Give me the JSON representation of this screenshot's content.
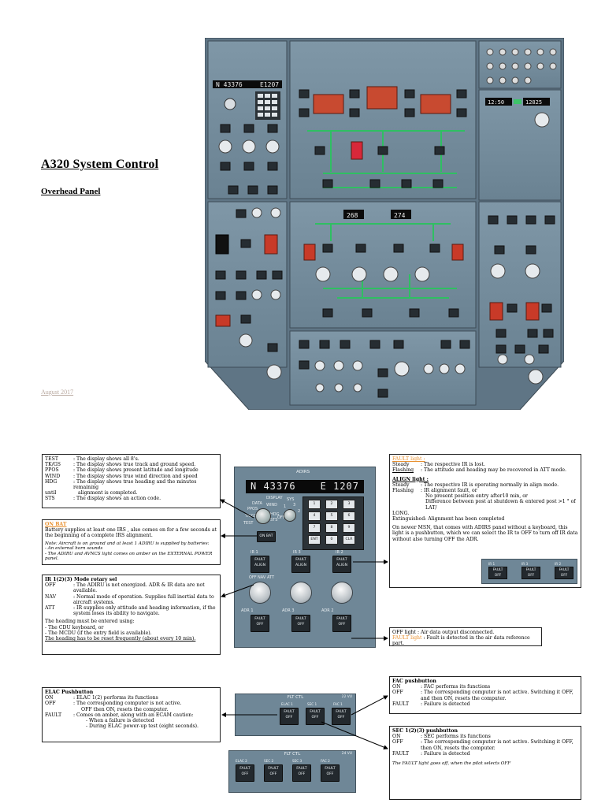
{
  "cover": {
    "title": "A320 System Control",
    "subtitle": "Overhead Panel",
    "date": "August 2017"
  },
  "overhead_panel": {
    "ir_display": {
      "left": "N 43376",
      "right": "E1207"
    },
    "ac_display_left": "12:50",
    "ac_display_right": "12825",
    "pressure_left": "268",
    "pressure_right": "274"
  },
  "adirs_panel": {
    "title": "ADIRS",
    "display_mode_label": "DISPLAY",
    "display_modes": [
      "DATA",
      "PPOS",
      "WIND",
      "TK/GS",
      "HDG",
      "STS",
      "TEST"
    ],
    "sys_label": "SYS",
    "sys_positions": [
      "1",
      "3",
      "2",
      "OFF"
    ],
    "display": {
      "left": "N  43376",
      "right": "E 1207"
    },
    "keys": [
      "1",
      "2",
      "3",
      "4",
      "5",
      "6",
      "7",
      "8",
      "9",
      "ENT",
      "0",
      "CLR"
    ],
    "on_bat_label": "ON BAT",
    "ir_labels": [
      "IR 1",
      "IR 3",
      "IR 2"
    ],
    "fault_label": "FAULT",
    "align_label": "ALIGN",
    "off_label": "OFF",
    "adr_labels": [
      "ADR 1",
      "ADR 3",
      "ADR 2"
    ],
    "rotary_positions": [
      "OFF",
      "NAV",
      "ATT"
    ]
  },
  "box_display": {
    "rows": [
      {
        "key": "TEST",
        "text": ": The display shows all 8's."
      },
      {
        "key": "TK/GS",
        "text": ": The display shows true track and ground speed."
      },
      {
        "key": "PPOS",
        "text": ": The display shows present latitude and longitude"
      },
      {
        "key": "WIND",
        "text": ": The display shows true wind direction and speed"
      },
      {
        "key": "HDG",
        "text": ": The display shows true heading and the minutes remaining"
      },
      {
        "key": "until",
        "text": "alignment is completed."
      },
      {
        "key": "STS",
        "text": ": The display shows an action code."
      }
    ]
  },
  "box_onbat": {
    "heading": "ON BAT",
    "text": "Battery supplies at least one IRS , also comes on for a few seconds at the beginning of a complete IRS alignment.",
    "note1": "Note: Aircraft is on ground and at least 1 ADIRU is supplied by batteries:",
    "note2": "- An external horn sounds",
    "note3": "- The ADIRU and AVNCS light comes on amber on the EXTERNAL POWER panel."
  },
  "box_ir_mode": {
    "heading": "IR 1(2)(3) Mode rotary sel",
    "rows": [
      {
        "key": "OFF",
        "text": ": The ADIRU is not energized. ADR & IR data are not available."
      },
      {
        "key": "NAV",
        "text": ": Normal mode of operation. Supplies full inertial data to aircraft systems."
      },
      {
        "key": "ATT",
        "text": ": IR supplies only attitude and heading information, if the system loses its ability to navigate."
      }
    ],
    "heading_text": "The heading must be entered using:",
    "bullet1": "- The CDU keyboard, or",
    "bullet2": "- The MCDU (if the entry field is available).",
    "reset_text": "The heading has to be reset frequently (about every 10 min)."
  },
  "box_fault": {
    "fault_heading": "FAULT light :",
    "steady": "Steady",
    "steady_text": ": The respective IR is lost.",
    "flashing": "Flashing",
    "flashing_text": ": The attitude and heading may be recovered in ATT mode.",
    "align_heading": "ALIGN light :",
    "align_steady_text": ": The respective IR is operating normally in align mode.",
    "align_flash_1": ": IR alignment fault, or",
    "align_flash_2": "No present position entry after10 min, or",
    "align_flash_3": "Difference between post at shutdown & entered post >1 ° of LAT/",
    "align_flash_4": "LONG.",
    "extinguished": "Extinguished: Alignment has been completed",
    "newer_msn": "On newer MSN, that comes with ADIRS panel without a keyboard, this light is a pushbutton, which we can select the IR to OFF to turn off IR data without also turning OFF the ADR.",
    "mini_labels": [
      "IR 1",
      "IR 3",
      "IR 2"
    ]
  },
  "box_off_light": {
    "line1": "OFF light : Air data output disconnected.",
    "line2_orange": "FAULT light",
    "line2_rest": " : Fault is detected in the air data reference part."
  },
  "box_elac": {
    "heading": "ELAC Pushbutton",
    "rows": [
      {
        "key": "ON",
        "text": ": ELAC 1(2) performs its functions"
      },
      {
        "key": "OFF",
        "text": ": The corresponding computer is not active."
      }
    ],
    "off_cont": "OFF then ON, resets the computer.",
    "fault_key": "FAULT",
    "fault_text": ": Comes on amber, along with an ECAM caution:",
    "b1": "- When a failure is detected",
    "b2": "- During ELAC power-up test (eight seconds)."
  },
  "box_fac": {
    "heading": "FAC pushbutton",
    "on": ": FAC performs its functions",
    "off": ": The corresponding computer is not active. Switching it OFF, and then ON, resets the computer.",
    "fault": ": Failure is detected"
  },
  "box_sec": {
    "heading": "SEC 1(2)(3) pushbutton",
    "on": ": SEC performs its functions",
    "off": ": The corresponding computer is not active. Switching it OFF, then ON, resets the computer.",
    "fault": ": Failure is detected",
    "note": "The FAULT light goes off, when the pilot selects OFF"
  },
  "flt_ctl_top": {
    "title": "FLT CTL",
    "panel_no": "22 VU",
    "labels": [
      "ELAC 1",
      "SEC 1",
      "FAC 1"
    ],
    "fault": "FAULT",
    "off": "OFF"
  },
  "flt_ctl_bottom": {
    "title": "FLT CTL",
    "panel_no": "24 VU",
    "labels": [
      "ELAC 2",
      "SEC 2",
      "SEC 3",
      "FAC 2"
    ],
    "fault": "FAULT",
    "off": "OFF"
  },
  "colors": {
    "panel": "#6f8797",
    "fault_orange": "#e8902f",
    "bus_green": "#2fbf62",
    "red_guard": "#c83a28"
  }
}
